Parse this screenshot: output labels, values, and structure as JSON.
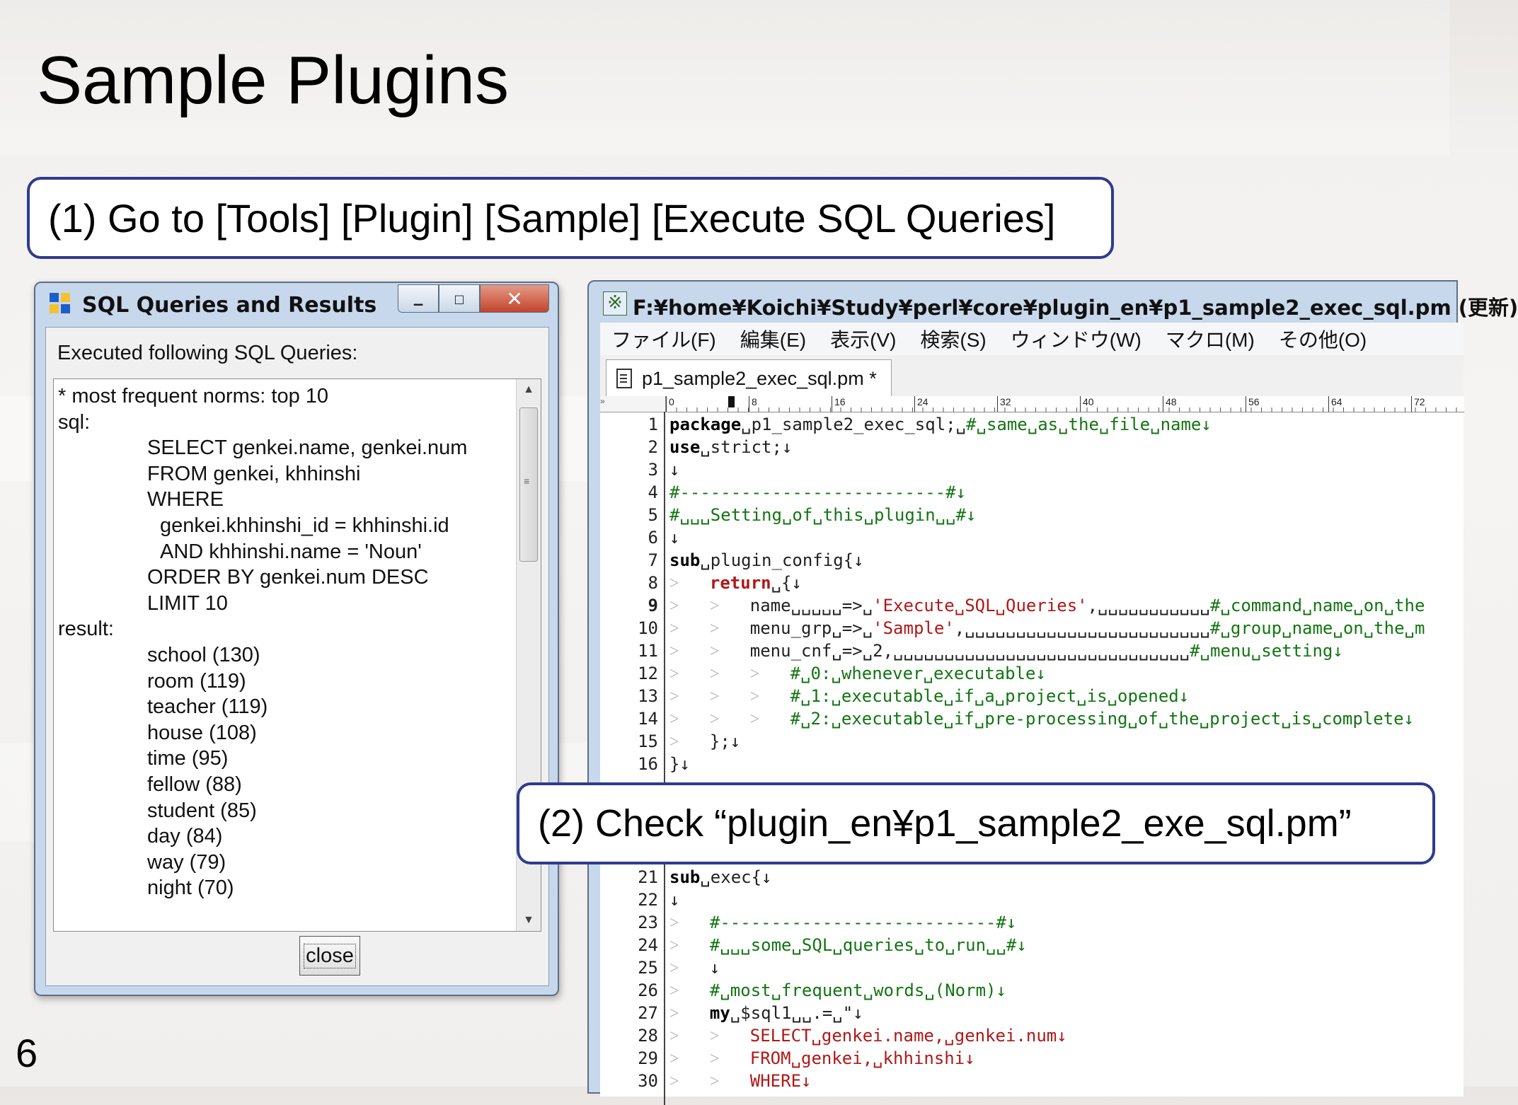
{
  "slide": {
    "title": "Sample Plugins",
    "page_number": "6",
    "callout1": "(1) Go to [Tools] [Plugin] [Sample] [Execute SQL Queries]",
    "callout2": "(2) Check “plugin_en¥p1_sample2_exe_sql.pm”"
  },
  "dialog": {
    "title": "SQL Queries and Results",
    "caption_buttons": {
      "minimize": "▁",
      "maximize": "□",
      "close": "✕"
    },
    "heading": "Executed following SQL Queries:",
    "lines": [
      {
        "text": "* most frequent norms: top 10",
        "indent": 0
      },
      {
        "text": "sql:",
        "indent": 0
      },
      {
        "text": "SELECT genkei.name, genkei.num",
        "indent": 1
      },
      {
        "text": "FROM genkei, khhinshi",
        "indent": 1
      },
      {
        "text": "WHERE",
        "indent": 1
      },
      {
        "text": "genkei.khhinshi_id = khhinshi.id",
        "indent": 2
      },
      {
        "text": "AND khhinshi.name = 'Noun'",
        "indent": 2
      },
      {
        "text": "ORDER BY genkei.num DESC",
        "indent": 1
      },
      {
        "text": "LIMIT 10",
        "indent": 1
      },
      {
        "text": "result:",
        "indent": 0
      },
      {
        "text": "school (130)",
        "indent": 1
      },
      {
        "text": "room (119)",
        "indent": 1
      },
      {
        "text": "teacher (119)",
        "indent": 1
      },
      {
        "text": "house (108)",
        "indent": 1
      },
      {
        "text": "time (95)",
        "indent": 1
      },
      {
        "text": "fellow (88)",
        "indent": 1
      },
      {
        "text": "student (85)",
        "indent": 1
      },
      {
        "text": "day (84)",
        "indent": 1
      },
      {
        "text": "way (79)",
        "indent": 1
      },
      {
        "text": "night (70)",
        "indent": 1
      }
    ],
    "close_label": "close"
  },
  "editor": {
    "title": "F:¥home¥Koichi¥Study¥perl¥core¥plugin_en¥p1_sample2_exec_sql.pm (更新)",
    "menus": [
      "ファイル(F)",
      "編集(E)",
      "表示(V)",
      "検索(S)",
      "ウィンドウ(W)",
      "マクロ(M)",
      "その他(O)"
    ],
    "tab_label": "p1_sample2_exec_sql.pm *",
    "ruler_gutter": "»",
    "ruler_marks": [
      "0",
      "8",
      "16",
      "24",
      "32",
      "40",
      "48",
      "56",
      "64",
      "72"
    ],
    "current_line": 9,
    "lines": [
      {
        "n": "1",
        "segs": [
          {
            "t": "package",
            "c": "kw"
          },
          {
            "t": "␣p1_sample2_exec_sql;␣",
            "c": ""
          },
          {
            "t": "#␣same␣as␣the␣file␣name↓",
            "c": "cmt"
          }
        ]
      },
      {
        "n": "2",
        "segs": [
          {
            "t": "use",
            "c": "kw"
          },
          {
            "t": "␣strict;↓",
            "c": ""
          }
        ]
      },
      {
        "n": "3",
        "segs": [
          {
            "t": "↓",
            "c": ""
          }
        ]
      },
      {
        "n": "4",
        "segs": [
          {
            "t": "#--------------------------#↓",
            "c": "cmt"
          }
        ]
      },
      {
        "n": "5",
        "segs": [
          {
            "t": "#␣␣␣Setting␣of␣this␣plugin␣␣#↓",
            "c": "cmt"
          }
        ]
      },
      {
        "n": "6",
        "segs": [
          {
            "t": "↓",
            "c": ""
          }
        ]
      },
      {
        "n": "7",
        "segs": [
          {
            "t": "sub",
            "c": "kw"
          },
          {
            "t": "␣plugin_config{↓",
            "c": ""
          }
        ]
      },
      {
        "n": "8",
        "segs": [
          {
            "t": "˃   ",
            "c": "tabm"
          },
          {
            "t": "return",
            "c": "redkw"
          },
          {
            "t": "␣{↓",
            "c": ""
          }
        ]
      },
      {
        "n": "9",
        "segs": [
          {
            "t": "˃   ˃   ",
            "c": "tabm"
          },
          {
            "t": "name␣␣␣␣␣=>␣",
            "c": ""
          },
          {
            "t": "'Execute␣SQL␣Queries'",
            "c": "str"
          },
          {
            "t": ",␣␣␣␣␣␣␣␣␣␣␣",
            "c": ""
          },
          {
            "t": "#␣command␣name␣on␣the",
            "c": "cmt"
          }
        ]
      },
      {
        "n": "10",
        "segs": [
          {
            "t": "˃   ˃   ",
            "c": "tabm"
          },
          {
            "t": "menu_grp␣=>␣",
            "c": ""
          },
          {
            "t": "'Sample'",
            "c": "str"
          },
          {
            "t": ",␣␣␣␣␣␣␣␣␣␣␣␣␣␣␣␣␣␣␣␣␣␣␣␣",
            "c": ""
          },
          {
            "t": "#␣group␣name␣on␣the␣m",
            "c": "cmt"
          }
        ]
      },
      {
        "n": "11",
        "segs": [
          {
            "t": "˃   ˃   ",
            "c": "tabm"
          },
          {
            "t": "menu_cnf␣=>␣2,␣␣␣␣␣␣␣␣␣␣␣␣␣␣␣␣␣␣␣␣␣␣␣␣␣␣␣␣␣",
            "c": ""
          },
          {
            "t": "#␣menu␣setting↓",
            "c": "cmt"
          }
        ]
      },
      {
        "n": "12",
        "segs": [
          {
            "t": "˃   ˃   ˃   ",
            "c": "tabm"
          },
          {
            "t": "#␣0:␣whenever␣executable↓",
            "c": "cmt"
          }
        ]
      },
      {
        "n": "13",
        "segs": [
          {
            "t": "˃   ˃   ˃   ",
            "c": "tabm"
          },
          {
            "t": "#␣1:␣executable␣if␣a␣project␣is␣opened↓",
            "c": "cmt"
          }
        ]
      },
      {
        "n": "14",
        "segs": [
          {
            "t": "˃   ˃   ˃   ",
            "c": "tabm"
          },
          {
            "t": "#␣2:␣executable␣if␣pre-processing␣of␣the␣project␣is␣complete↓",
            "c": "cmt"
          }
        ]
      },
      {
        "n": "15",
        "segs": [
          {
            "t": "˃   ",
            "c": "tabm"
          },
          {
            "t": "};↓",
            "c": ""
          }
        ]
      },
      {
        "n": "16",
        "segs": [
          {
            "t": "}↓",
            "c": ""
          }
        ]
      },
      {
        "n": "21",
        "segs": [
          {
            "t": "sub",
            "c": "kw"
          },
          {
            "t": "␣exec{↓",
            "c": ""
          }
        ]
      },
      {
        "n": "22",
        "segs": [
          {
            "t": "↓",
            "c": ""
          }
        ]
      },
      {
        "n": "23",
        "segs": [
          {
            "t": "˃   ",
            "c": "tabm"
          },
          {
            "t": "#---------------------------#↓",
            "c": "cmt"
          }
        ]
      },
      {
        "n": "24",
        "segs": [
          {
            "t": "˃   ",
            "c": "tabm"
          },
          {
            "t": "#␣␣␣some␣SQL␣queries␣to␣run␣␣#↓",
            "c": "cmt"
          }
        ]
      },
      {
        "n": "25",
        "segs": [
          {
            "t": "˃   ",
            "c": "tabm"
          },
          {
            "t": "↓",
            "c": ""
          }
        ]
      },
      {
        "n": "26",
        "segs": [
          {
            "t": "˃   ",
            "c": "tabm"
          },
          {
            "t": "#␣most␣frequent␣words␣(Norm)↓",
            "c": "cmt"
          }
        ]
      },
      {
        "n": "27",
        "segs": [
          {
            "t": "˃   ",
            "c": "tabm"
          },
          {
            "t": "my",
            "c": "kw"
          },
          {
            "t": "␣$sql1␣␣.=␣\"↓",
            "c": ""
          }
        ]
      },
      {
        "n": "28",
        "segs": [
          {
            "t": "˃   ˃   ",
            "c": "tabm"
          },
          {
            "t": "SELECT␣genkei.name,␣genkei.num↓",
            "c": "str"
          }
        ]
      },
      {
        "n": "29",
        "segs": [
          {
            "t": "˃   ˃   ",
            "c": "tabm"
          },
          {
            "t": "FROM␣genkei,␣khhinshi↓",
            "c": "str"
          }
        ]
      },
      {
        "n": "30",
        "segs": [
          {
            "t": "˃   ˃   ",
            "c": "tabm"
          },
          {
            "t": "WHERE↓",
            "c": "str"
          }
        ]
      }
    ]
  }
}
